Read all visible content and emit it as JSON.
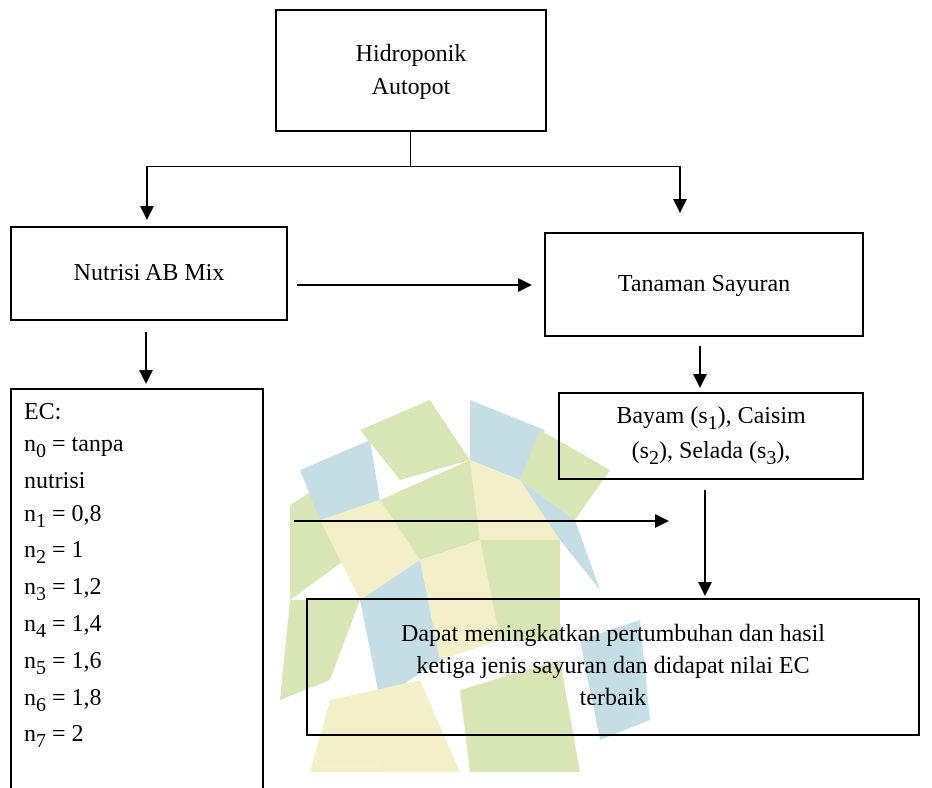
{
  "colors": {
    "watermark_teal": "#7fb8c8",
    "watermark_green": "#a8c85a",
    "watermark_yellow": "#e6e08a",
    "line": "#000000"
  },
  "nodes": {
    "hydroponic": {
      "line1": "Hidroponik",
      "line2": "Autopot"
    },
    "nutrient": {
      "label": "Nutrisi AB Mix"
    },
    "vegetables": {
      "label": "Tanaman Sayuran"
    },
    "ec": {
      "title": "EC:",
      "items": [
        {
          "var": "n",
          "sub": "0",
          "value": "= tanpa"
        },
        {
          "cont": "nutrisi"
        },
        {
          "var": "n",
          "sub": "1",
          "value": "= 0,8"
        },
        {
          "var": "n",
          "sub": "2",
          "value": "=  1"
        },
        {
          "var": "n",
          "sub": "3",
          "value": "=  1,2"
        },
        {
          "var": "n",
          "sub": "4",
          "value": "=  1,4"
        },
        {
          "var": "n",
          "sub": "5",
          "value": "=  1,6"
        },
        {
          "var": "n",
          "sub": "6",
          "value": "=  1,8"
        },
        {
          "var": "n",
          "sub": "7",
          "value": "=  2"
        }
      ]
    },
    "species": {
      "bayam": "Bayam (s",
      "bayam_sub": "1",
      "caisim": "), Caisim",
      "caisim_open": "(s",
      "caisim_sub": "2",
      "selada": "), Selada (s",
      "selada_sub": "3",
      "end": "),"
    },
    "result": {
      "line1": "Dapat meningkatkan pertumbuhan dan hasil",
      "line2": "ketiga jenis sayuran dan didapat nilai EC",
      "line3": "terbaik"
    }
  }
}
